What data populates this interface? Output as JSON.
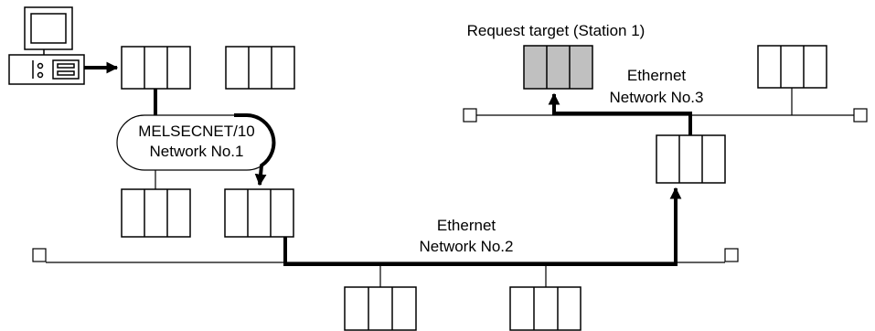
{
  "labels": {
    "request_target": "Request target (Station 1)",
    "melsecnet_line1": "MELSECNET/10",
    "melsecnet_line2": "Network No.1",
    "net2_line1": "Ethernet",
    "net2_line2": "Network No.2",
    "net3_line1": "Ethernet",
    "net3_line2": "Network No.3"
  },
  "colors": {
    "line": "#000000",
    "target_fill": "#c0c0c0",
    "background": "#ffffff"
  }
}
